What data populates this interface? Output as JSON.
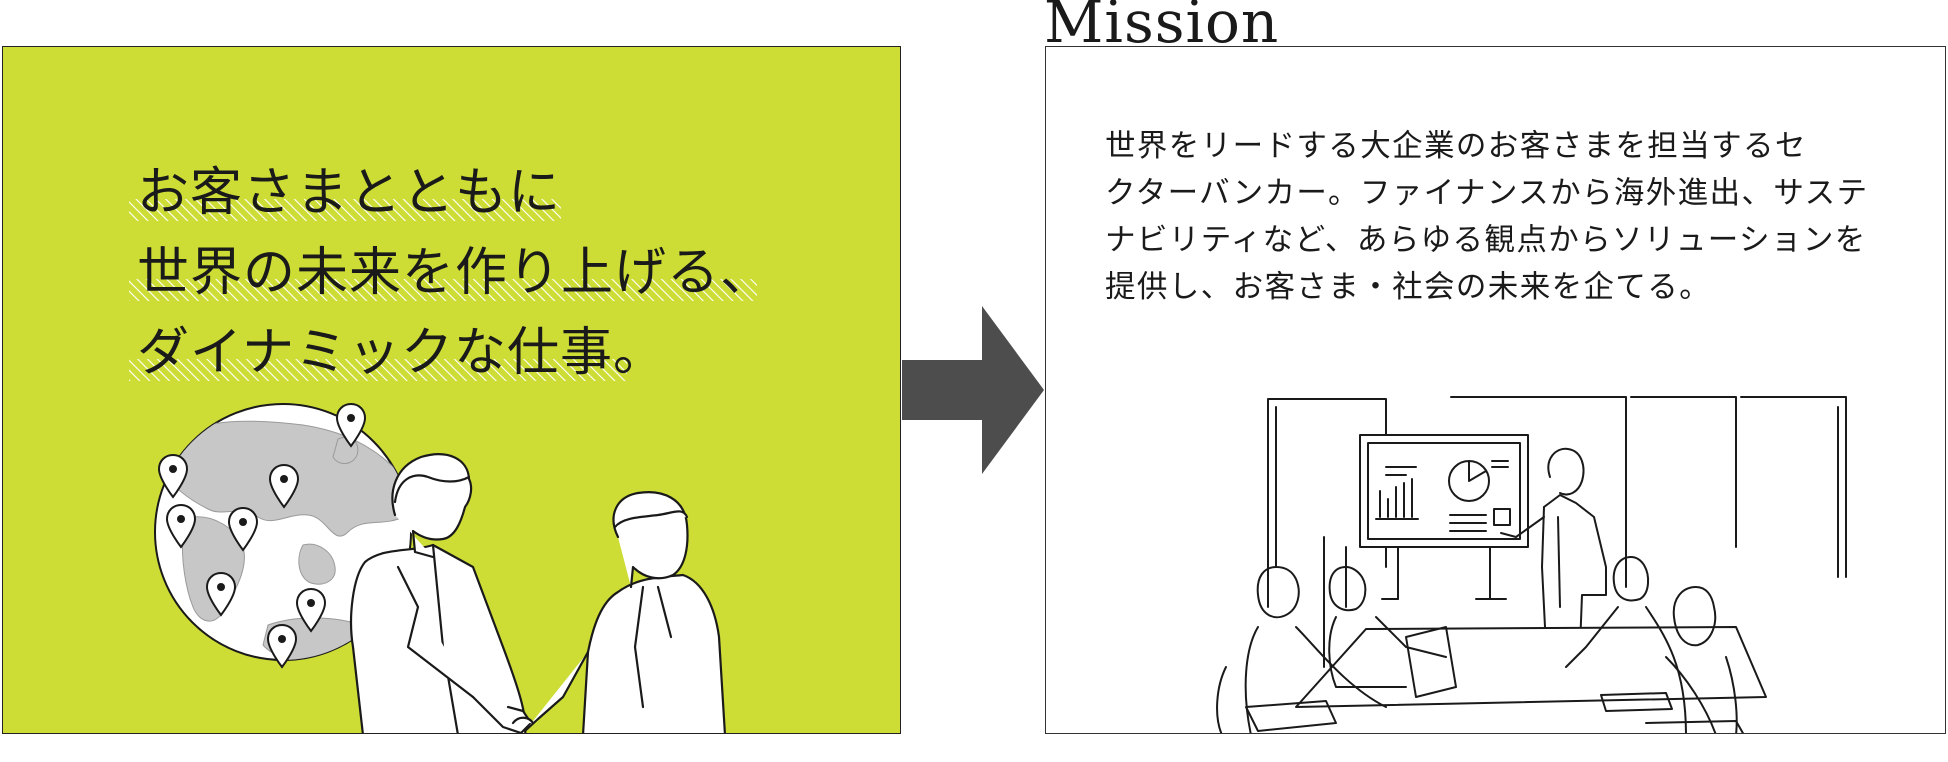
{
  "colors": {
    "panel_green": "#cddd35",
    "hatch_white": "#ffffff",
    "line_dark": "#1a1a1a",
    "arrow_gray": "#4d4d4d",
    "globe_land": "#c7c7c7",
    "globe_sea": "#ffffff"
  },
  "left_panel": {
    "headline_lines": [
      "お客さまとともに",
      "世界の未来を作り上げる、",
      "ダイナミックな仕事。"
    ],
    "illustration": {
      "icons": [
        "globe-icon",
        "map-pin-icon",
        "handshake-businessmen-icon"
      ],
      "map_pin_count": 8
    }
  },
  "arrow": {
    "icon": "right-arrow-icon"
  },
  "right_panel": {
    "title": "Mission",
    "body_lines": [
      "世界をリードする大企業のお客さまを担当するセ",
      "クターバンカー。ファイナンスから海外進出、サステ",
      "ナビリティなど、あらゆる観点からソリューションを",
      "提供し、お客さま・社会の未来を企てる。"
    ],
    "illustration": {
      "icons": [
        "meeting-presentation-icon"
      ]
    }
  }
}
